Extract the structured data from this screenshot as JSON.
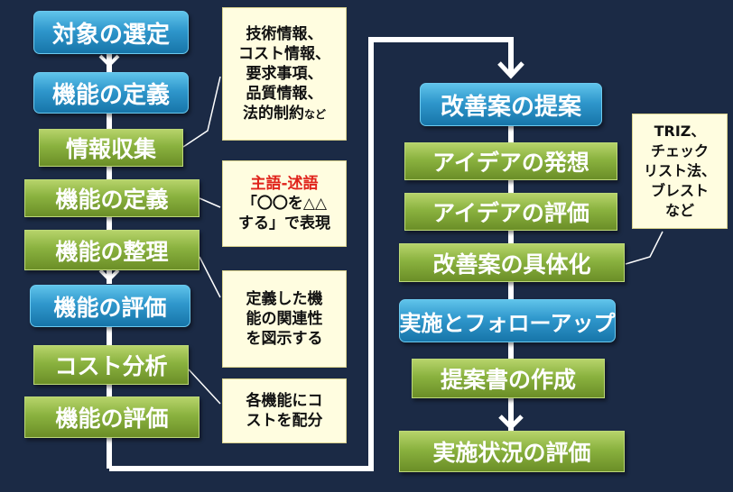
{
  "left_column": {
    "step1": "対象の選定",
    "step2": "機能の定義",
    "sub1": "情報収集",
    "sub2": "機能の定義",
    "sub3": "機能の整理",
    "step3": "機能の評価",
    "sub4": "コスト分析",
    "sub5": "機能の評価"
  },
  "right_column": {
    "step4": "改善案の提案",
    "sub6": "アイデアの発想",
    "sub7": "アイデアの評価",
    "sub8": "改善案の具体化",
    "step5": "実施とフォローアップ",
    "sub9": "提案書の作成",
    "sub10": "実施状況の評価"
  },
  "notes": {
    "info": {
      "line1": "技術情報、",
      "line2": "コスト情報、",
      "line3": "要求事項、",
      "line4": "品質情報、",
      "line5": "法的制約",
      "line5_suffix": "など"
    },
    "definition": {
      "line1": "主語-述語",
      "line2": "「〇〇を△△",
      "line3": "する」で表現"
    },
    "organize": {
      "line1": "定義した機",
      "line2": "能の関連性",
      "line3": "を図示する"
    },
    "cost": {
      "line1": "各機能にコ",
      "line2": "ストを配分"
    },
    "idea": {
      "line1": "TRIZ、",
      "line2": "チェック",
      "line3": "リスト法、",
      "line4": "ブレスト",
      "line5": "など"
    }
  },
  "colors": {
    "background": "#1b2a45",
    "main_step": "#2f97cc",
    "sub_step": "#8ab23f",
    "note_fill": "#fffde0",
    "emphasis_text": "#e0231b",
    "connector": "#ffffff"
  }
}
